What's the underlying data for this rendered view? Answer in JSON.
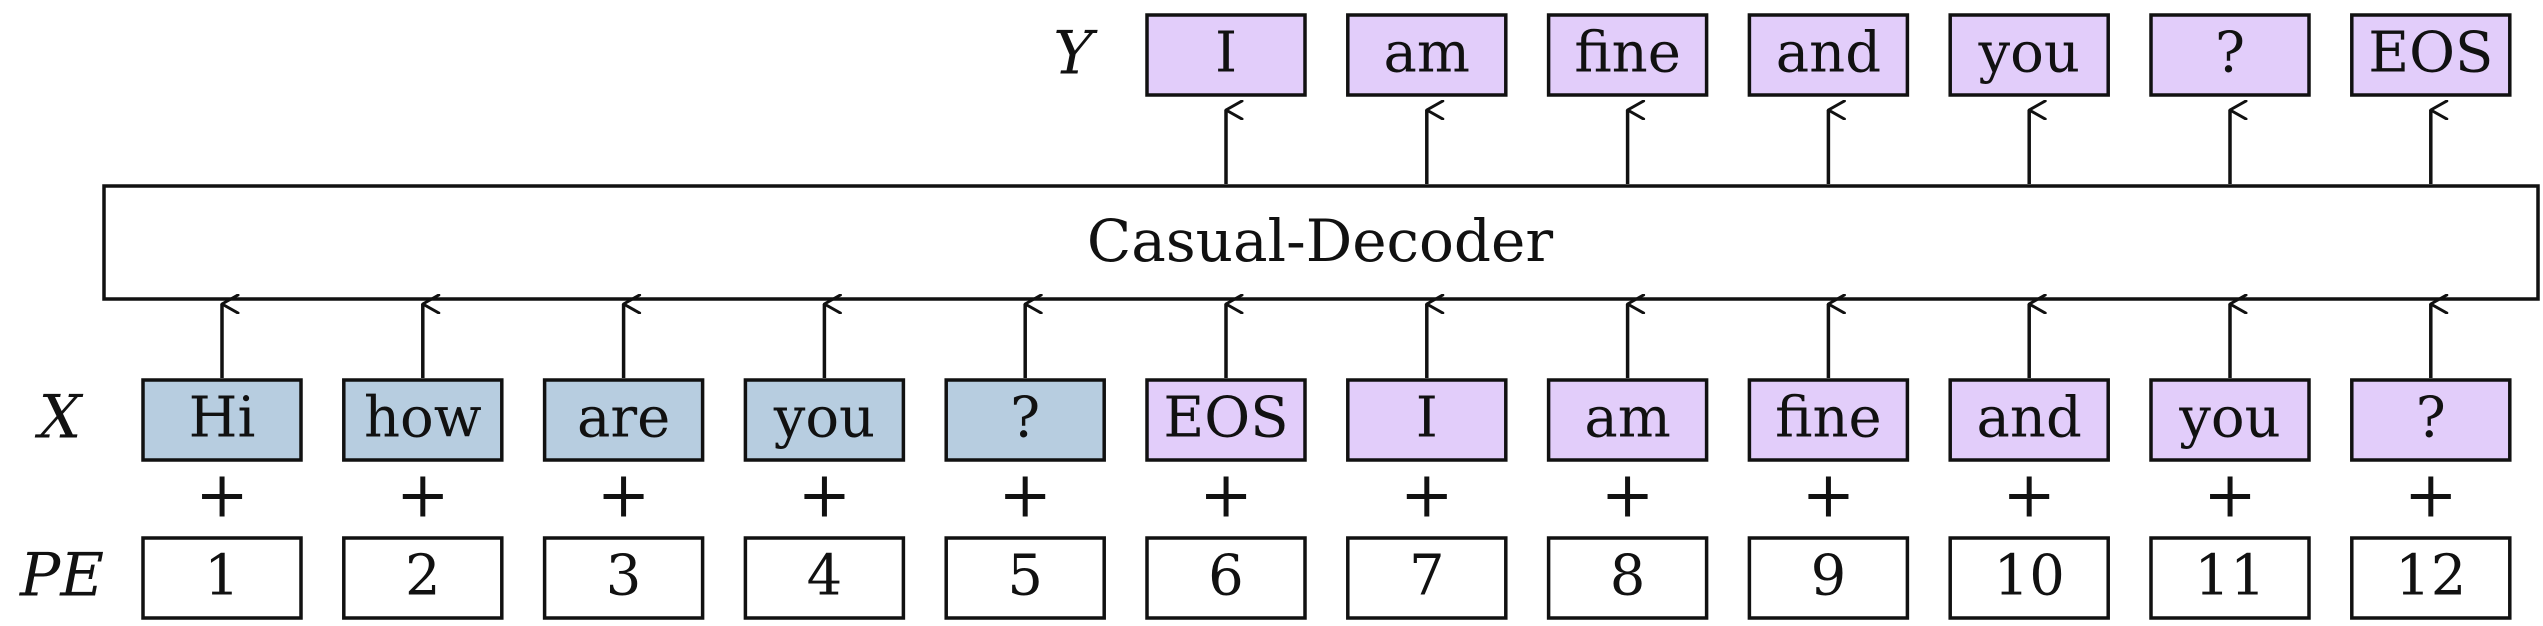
{
  "row_labels": {
    "y": "Y",
    "x": "X",
    "pe": "PE"
  },
  "decoder_label": "Casual-Decoder",
  "plus_sign": "+",
  "colors": {
    "input_fill": "#b7cde0",
    "target_fill": "#e2cdfa",
    "pe_fill": "#ffffff",
    "stroke": "#111111"
  },
  "input_tokens": [
    {
      "text": "Hi",
      "kind": "input"
    },
    {
      "text": "how",
      "kind": "input"
    },
    {
      "text": "are",
      "kind": "input"
    },
    {
      "text": "you",
      "kind": "input"
    },
    {
      "text": "?",
      "kind": "input"
    },
    {
      "text": "EOS",
      "kind": "target"
    },
    {
      "text": "I",
      "kind": "target"
    },
    {
      "text": "am",
      "kind": "target"
    },
    {
      "text": "fine",
      "kind": "target"
    },
    {
      "text": "and",
      "kind": "target"
    },
    {
      "text": "you",
      "kind": "target"
    },
    {
      "text": "?",
      "kind": "target"
    }
  ],
  "output_tokens": [
    "I",
    "am",
    "fine",
    "and",
    "you",
    "?",
    "EOS"
  ],
  "positions": [
    "1",
    "2",
    "3",
    "4",
    "5",
    "6",
    "7",
    "8",
    "9",
    "10",
    "11",
    "12"
  ]
}
